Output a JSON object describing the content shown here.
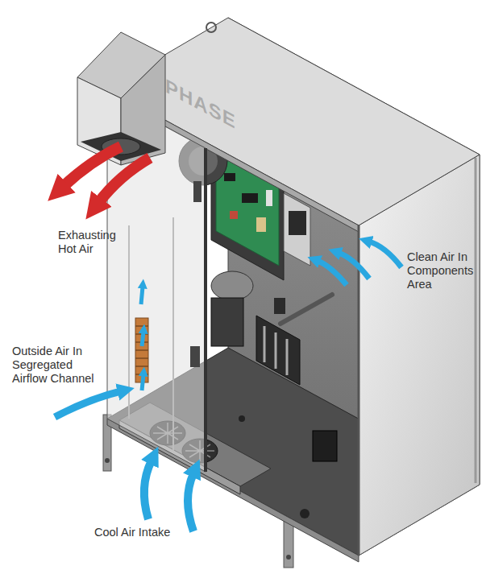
{
  "diagram": {
    "labels": [
      "Exhausting Hot Air",
      "Outside Air In Segregated Airflow Channel",
      "Clean Air In Components Area",
      "Cool Air Intake",
      "PHASE"
    ]
  }
}
